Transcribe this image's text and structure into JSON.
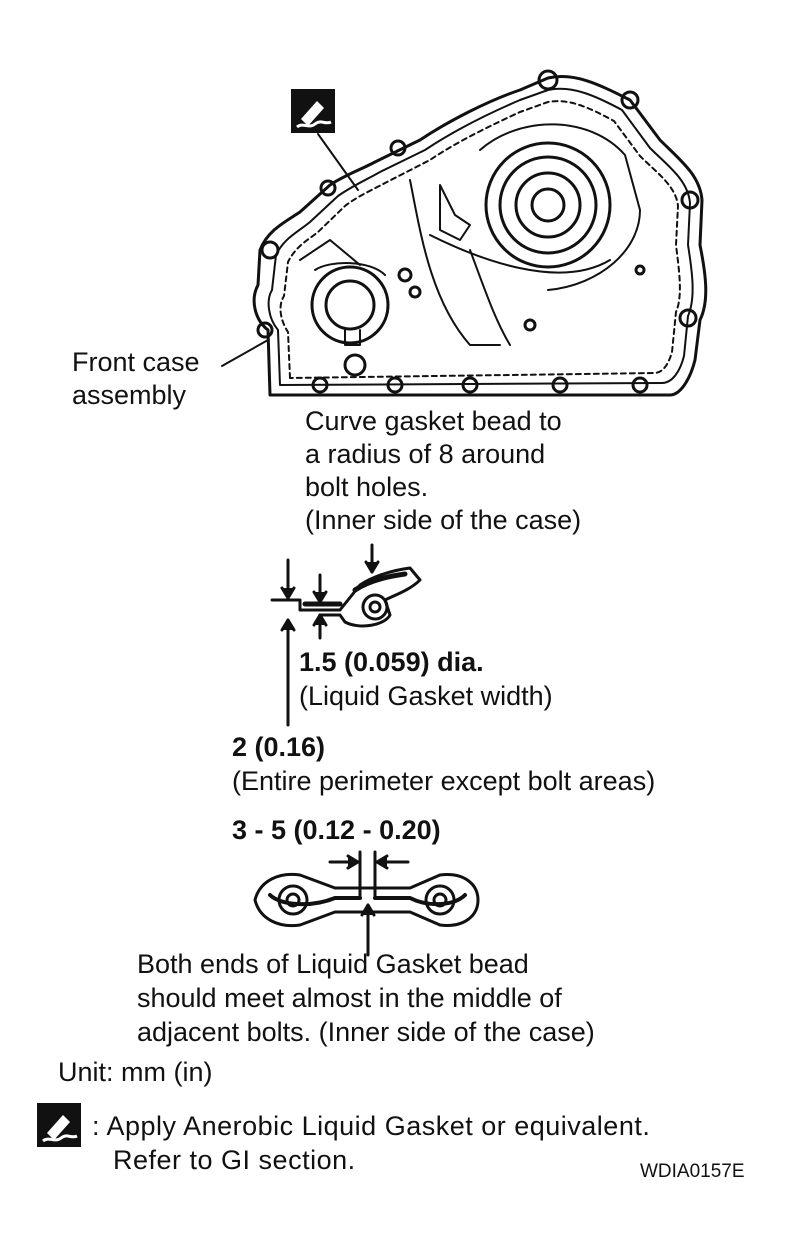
{
  "labels": {
    "front_case": [
      "Front case",
      "assembly"
    ],
    "curve_note": [
      "Curve gasket bead to",
      "a radius of 8 around",
      "bolt holes.",
      "(Inner side of the case)"
    ],
    "bead_dia": "1.5 (0.059) dia.",
    "bead_dia_desc": "(Liquid Gasket width)",
    "distance": "2 (0.16)",
    "distance_desc": "(Entire perimeter except bolt areas)",
    "overlap": "3 - 5 (0.12 - 0.20)",
    "ends_note": [
      "Both ends of Liquid Gasket bead",
      "should meet almost in the middle of",
      "adjacent bolts. (Inner side of the case)"
    ],
    "unit": "Unit: mm (in)"
  },
  "legend": {
    "icon": "liquid-gasket-icon",
    "line1": ": Apply  Anerobic Liquid Gasket  or equivalent.",
    "line2": "Refer to GI section."
  },
  "figure_code": "WDIA0157E"
}
